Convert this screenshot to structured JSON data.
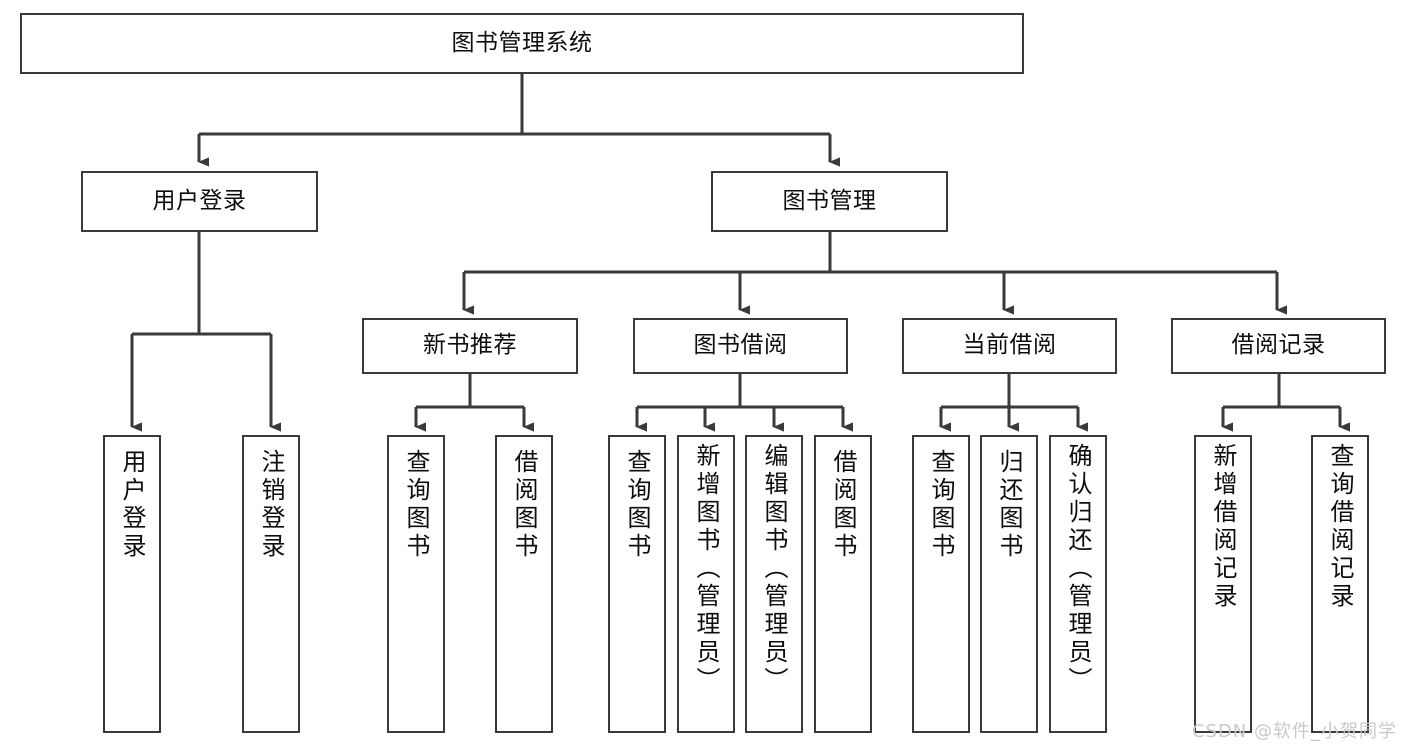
{
  "diagram": {
    "type": "tree-hierarchy-diagram",
    "root": {
      "id": "root",
      "label": "图书管理系统"
    },
    "level2": [
      {
        "id": "user-login",
        "label": "用户登录"
      },
      {
        "id": "book-manage",
        "label": "图书管理"
      }
    ],
    "level3": [
      {
        "id": "new-book-rec",
        "label": "新书推荐",
        "parent": "book-manage"
      },
      {
        "id": "book-borrow",
        "label": "图书借阅",
        "parent": "book-manage"
      },
      {
        "id": "current-borrow",
        "label": "当前借阅",
        "parent": "book-manage"
      },
      {
        "id": "borrow-record",
        "label": "借阅记录",
        "parent": "book-manage"
      }
    ],
    "leaves": [
      {
        "id": "leaf-user-login",
        "label": "用户登录",
        "parent": "user-login"
      },
      {
        "id": "leaf-logout",
        "label": "注销登录",
        "parent": "user-login"
      },
      {
        "id": "leaf-query-book-1",
        "label": "查询图书",
        "parent": "new-book-rec"
      },
      {
        "id": "leaf-borrow-book-1",
        "label": "借阅图书",
        "parent": "new-book-rec"
      },
      {
        "id": "leaf-query-book-2",
        "label": "查询图书",
        "parent": "book-borrow"
      },
      {
        "id": "leaf-add-book",
        "label": "新增图书（管理员）",
        "parent": "book-borrow"
      },
      {
        "id": "leaf-edit-book",
        "label": "编辑图书（管理员）",
        "parent": "book-borrow"
      },
      {
        "id": "leaf-borrow-book-2",
        "label": "借阅图书",
        "parent": "book-borrow"
      },
      {
        "id": "leaf-query-book-3",
        "label": "查询图书",
        "parent": "current-borrow"
      },
      {
        "id": "leaf-return-book",
        "label": "归还图书",
        "parent": "current-borrow"
      },
      {
        "id": "leaf-confirm-return",
        "label": "确认归还（管理员）",
        "parent": "current-borrow"
      },
      {
        "id": "leaf-add-record",
        "label": "新增借阅记录",
        "parent": "borrow-record"
      },
      {
        "id": "leaf-query-record",
        "label": "查询借阅记录",
        "parent": "borrow-record"
      }
    ]
  },
  "watermark": {
    "text": "CSDN @软件_小贺同学"
  },
  "colors": {
    "stroke": "#3a3a3a",
    "box_fill": "#ffffff",
    "text": "#0d0d0d",
    "watermark": "#c9c9c9",
    "background": "#ffffff"
  }
}
